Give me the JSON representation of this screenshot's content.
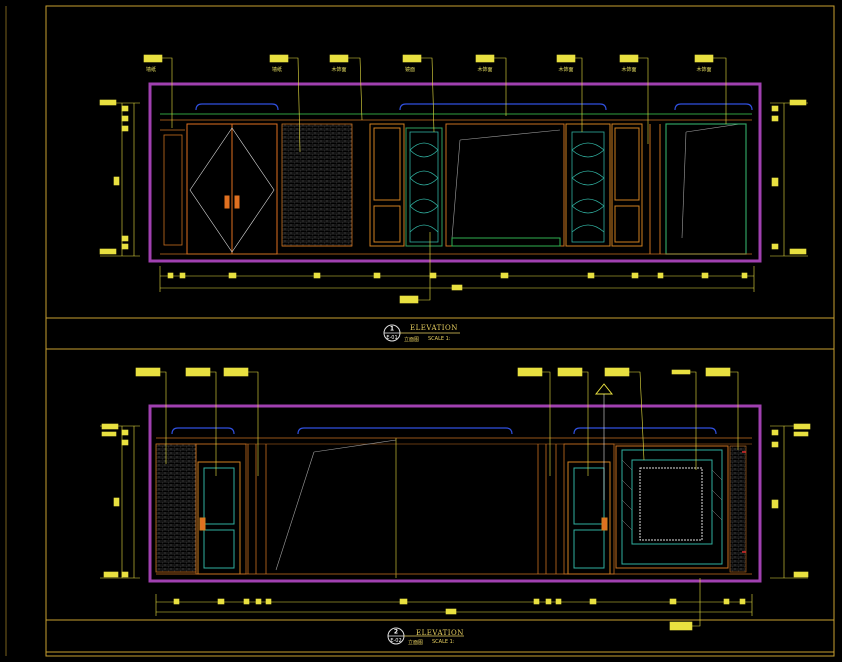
{
  "sheet": {
    "background": "#000000",
    "frame_color": "#c8a030",
    "wall_color": "#a040b0",
    "dim_color": "#e8e040"
  },
  "elevations": [
    {
      "title": "ELEVATION",
      "subtitle": "立面图",
      "scale": "SCALE 1:",
      "symbol_number": "1",
      "symbol_code": "E-01",
      "callouts_top": [
        "墙纸",
        "墙纸",
        "木饰面",
        "镜面",
        "木饰面",
        "木饰面",
        "木饰面",
        "木饰面"
      ],
      "callout_bottom": ""
    },
    {
      "title": "ELEVATION",
      "subtitle": "立面图",
      "scale": "SCALE 1:",
      "symbol_number": "2",
      "symbol_code": "E-02",
      "callouts_top": [
        "",
        "",
        "",
        "",
        "",
        "",
        "",
        ""
      ],
      "callout_bottom": ""
    }
  ],
  "icons": {
    "elevation_symbol": "elevation-marker-icon",
    "tag": "material-tag-icon",
    "door_handle": "door-handle-icon"
  }
}
